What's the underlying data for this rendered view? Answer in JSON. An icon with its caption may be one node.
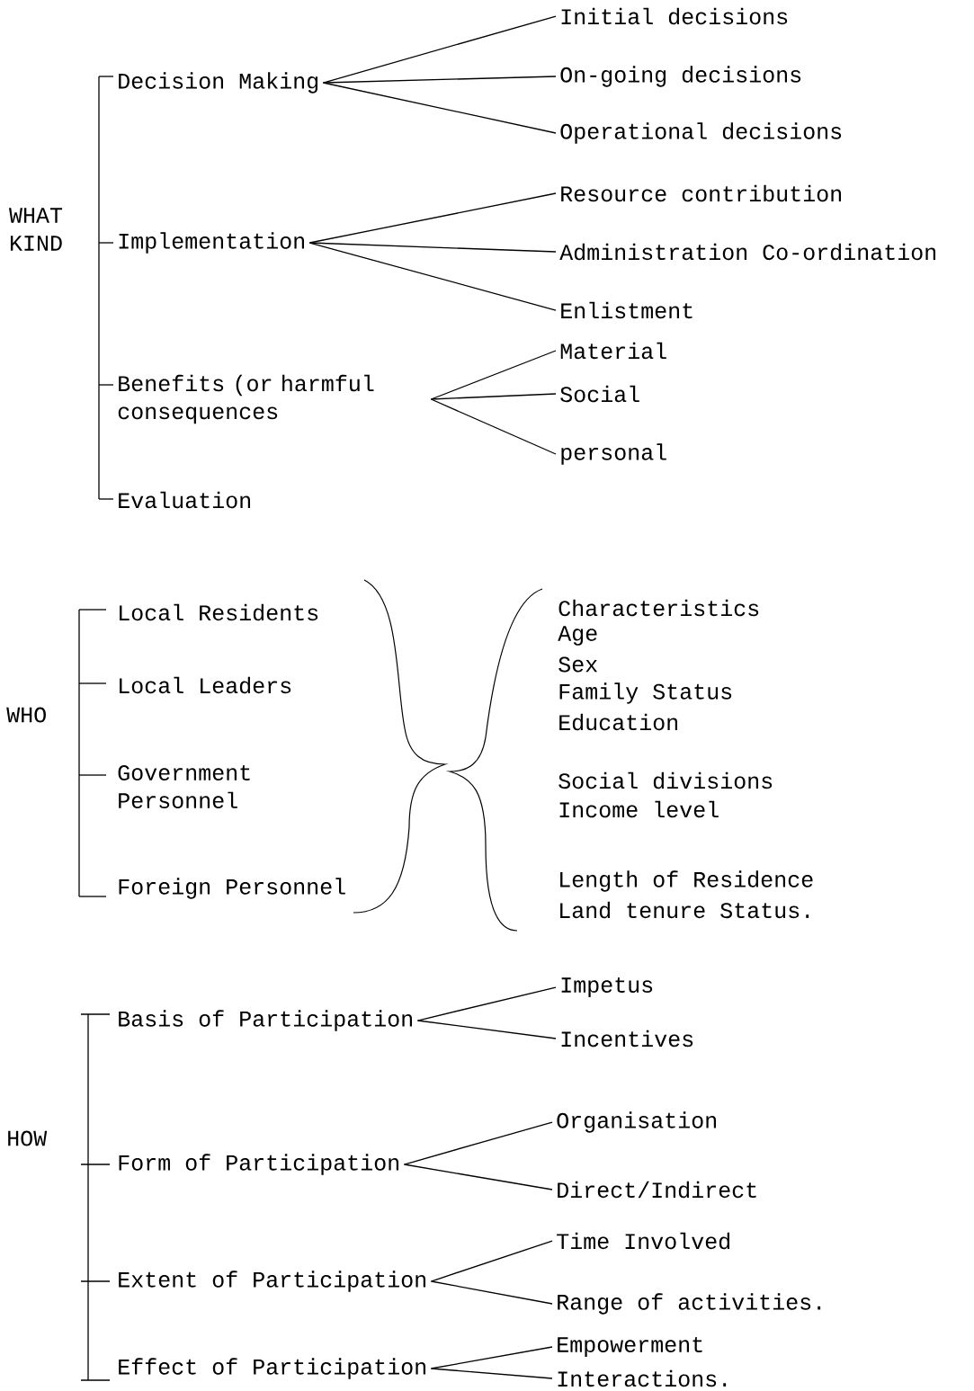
{
  "diagram": {
    "nodes": [
      {
        "text": [
          "Decision Making"
        ]
      },
      {
        "text": [
          "Initial decisions"
        ]
      },
      {
        "text": [
          "On-going decisions"
        ]
      },
      {
        "text": [
          "Operational decisions"
        ]
      },
      {
        "text": [
          "Implementation"
        ]
      },
      {
        "text": [
          "Resource contribution"
        ]
      },
      {
        "text": [
          "Administration Co-ordination"
        ]
      },
      {
        "text": [
          "Enlistment"
        ]
      },
      {
        "text": [
          "Benefits (or harmful consequences"
        ]
      },
      {
        "text": [
          "Material"
        ]
      },
      {
        "text": [
          "Social"
        ]
      },
      {
        "text": [
          "personal"
        ]
      },
      {
        "text": [
          "Basis of Participation"
        ]
      },
      {
        "text": [
          "Impetus"
        ]
      },
      {
        "text": [
          "Incentives"
        ]
      },
      {
        "text": [
          "Form of Participation"
        ]
      },
      {
        "text": [
          "Organisation"
        ]
      },
      {
        "text": [
          "Direct/Indirect"
        ]
      },
      {
        "text": [
          "Extent of Participation"
        ]
      },
      {
        "text": [
          "Time Involved"
        ]
      },
      {
        "text": [
          "Range of activities."
        ]
      },
      {
        "text": [
          "Effect of Participation"
        ]
      },
      {
        "text": [
          "Empowerment"
        ]
      },
      {
        "text": [
          "Interactions."
        ]
      }
    ],
    "edges": [
      {
        "from": 0,
        "to": 1,
        "arrow": "none"
      },
      {
        "from": 0,
        "to": 2,
        "arrow": "none"
      },
      {
        "from": 0,
        "to": 3,
        "arrow": "none"
      },
      {
        "from": 4,
        "to": 5,
        "arrow": "none"
      },
      {
        "from": 4,
        "to": 6,
        "arrow": "none"
      },
      {
        "from": 4,
        "to": 7,
        "arrow": "none"
      },
      {
        "from": 8,
        "to": 9,
        "arrow": "none"
      },
      {
        "from": 8,
        "to": 10,
        "arrow": "none"
      },
      {
        "from": 8,
        "to": 11,
        "arrow": "none"
      },
      {
        "from": 12,
        "to": 13,
        "arrow": "none"
      },
      {
        "from": 12,
        "to": 14,
        "arrow": "none"
      },
      {
        "from": 15,
        "to": 16,
        "arrow": "none"
      },
      {
        "from": 15,
        "to": 17,
        "arrow": "none"
      },
      {
        "from": 18,
        "to": 19,
        "arrow": "none"
      },
      {
        "from": 18,
        "to": 20,
        "arrow": "none"
      },
      {
        "from": 21,
        "to": 22,
        "arrow": "none"
      },
      {
        "from": 21,
        "to": 23,
        "arrow": "none"
      }
    ],
    "labels": [
      "WHAT KIND",
      "Evaluation",
      "WHO",
      "Local Residents",
      "Local Leaders",
      "Government Personnel",
      "Foreign Personnel",
      "Characteristics",
      "Age",
      "Sex",
      "Family Status",
      "Education",
      "Social divisions",
      "Income level",
      "Length of Residence",
      "Land tenure Status.",
      "HOW"
    ]
  }
}
